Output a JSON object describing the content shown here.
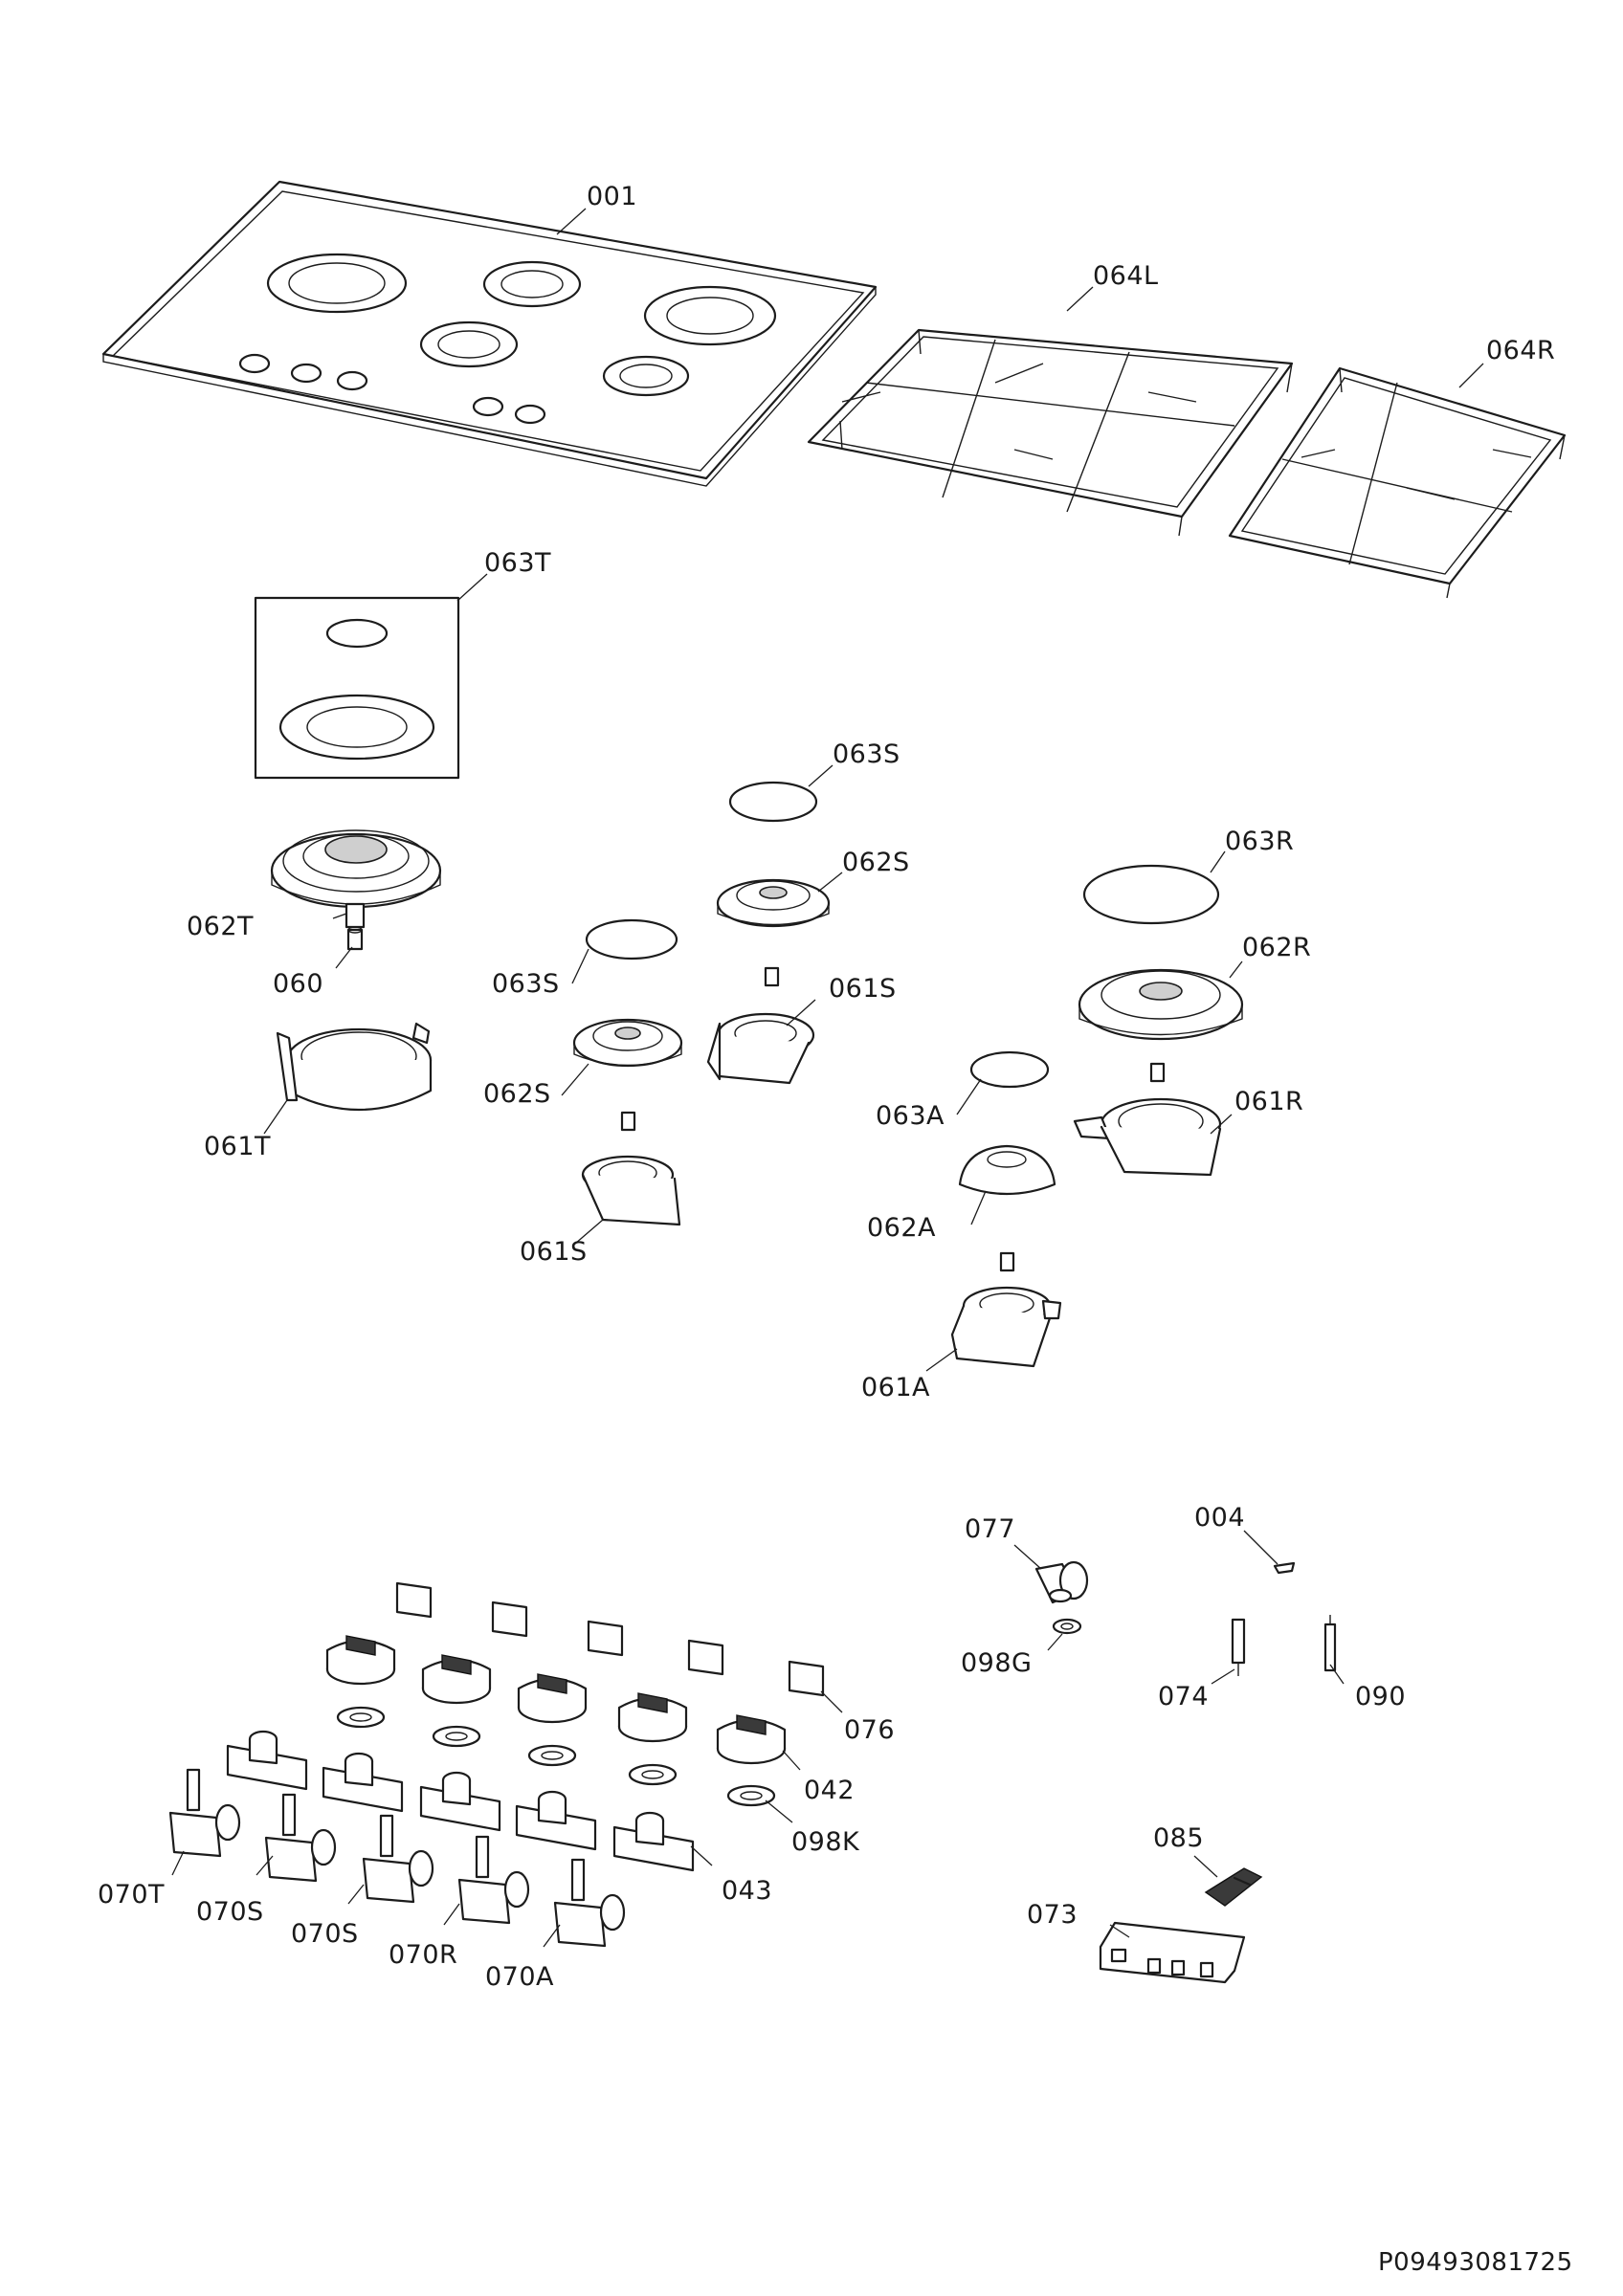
{
  "diagram": {
    "labels": {
      "p001": "001",
      "p064L": "064L",
      "p064R": "064R",
      "p063T": "063T",
      "p063S_a": "063S",
      "p062S_a": "062S",
      "p063R": "063R",
      "p062R": "062R",
      "p062T": "062T",
      "p060": "060",
      "p063S_b": "063S",
      "p061S_a": "061S",
      "p061T": "061T",
      "p062S_b": "062S",
      "p063A": "063A",
      "p061R": "061R",
      "p061S_b": "061S",
      "p062A": "062A",
      "p061A": "061A",
      "p077": "077",
      "p004": "004",
      "p098G": "098G",
      "p074": "074",
      "p090": "090",
      "p076": "076",
      "p042": "042",
      "p098K": "098K",
      "p043": "043",
      "p070T": "070T",
      "p070S_a": "070S",
      "p070S_b": "070S",
      "p070R": "070R",
      "p070A": "070A",
      "p085": "085",
      "p073": "073"
    },
    "drawing_code": "P09493081725"
  }
}
